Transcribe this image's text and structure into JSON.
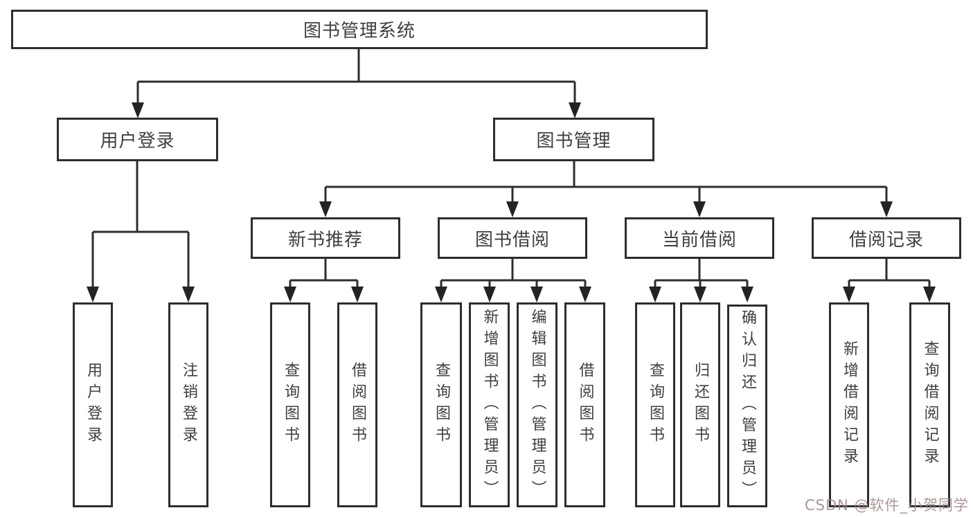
{
  "tree": {
    "label": "图书管理系统",
    "children": [
      {
        "label": "用户登录",
        "children": [
          {
            "label": "用户登录"
          },
          {
            "label": "注销登录"
          }
        ]
      },
      {
        "label": "图书管理",
        "children": [
          {
            "label": "新书推荐",
            "children": [
              {
                "label": "查询图书"
              },
              {
                "label": "借阅图书"
              }
            ]
          },
          {
            "label": "图书借阅",
            "children": [
              {
                "label": "查询图书"
              },
              {
                "label": "新增图书（管理员）"
              },
              {
                "label": "编辑图书（管理员）"
              },
              {
                "label": "借阅图书"
              }
            ]
          },
          {
            "label": "当前借阅",
            "children": [
              {
                "label": "查询图书"
              },
              {
                "label": "归还图书"
              },
              {
                "label": "确认归还（管理员）"
              }
            ]
          },
          {
            "label": "借阅记录",
            "children": [
              {
                "label": "新增借阅记录"
              },
              {
                "label": "查询借阅记录"
              }
            ]
          }
        ]
      }
    ]
  },
  "watermark": {
    "text": "CSDN @软件_小贺同学"
  },
  "colors": {
    "background": "#ffffff",
    "box_border": "#2d2d2d",
    "connector_line": "#2d2d2d",
    "text": "#3f3f3f",
    "watermark": "#9e8282"
  }
}
